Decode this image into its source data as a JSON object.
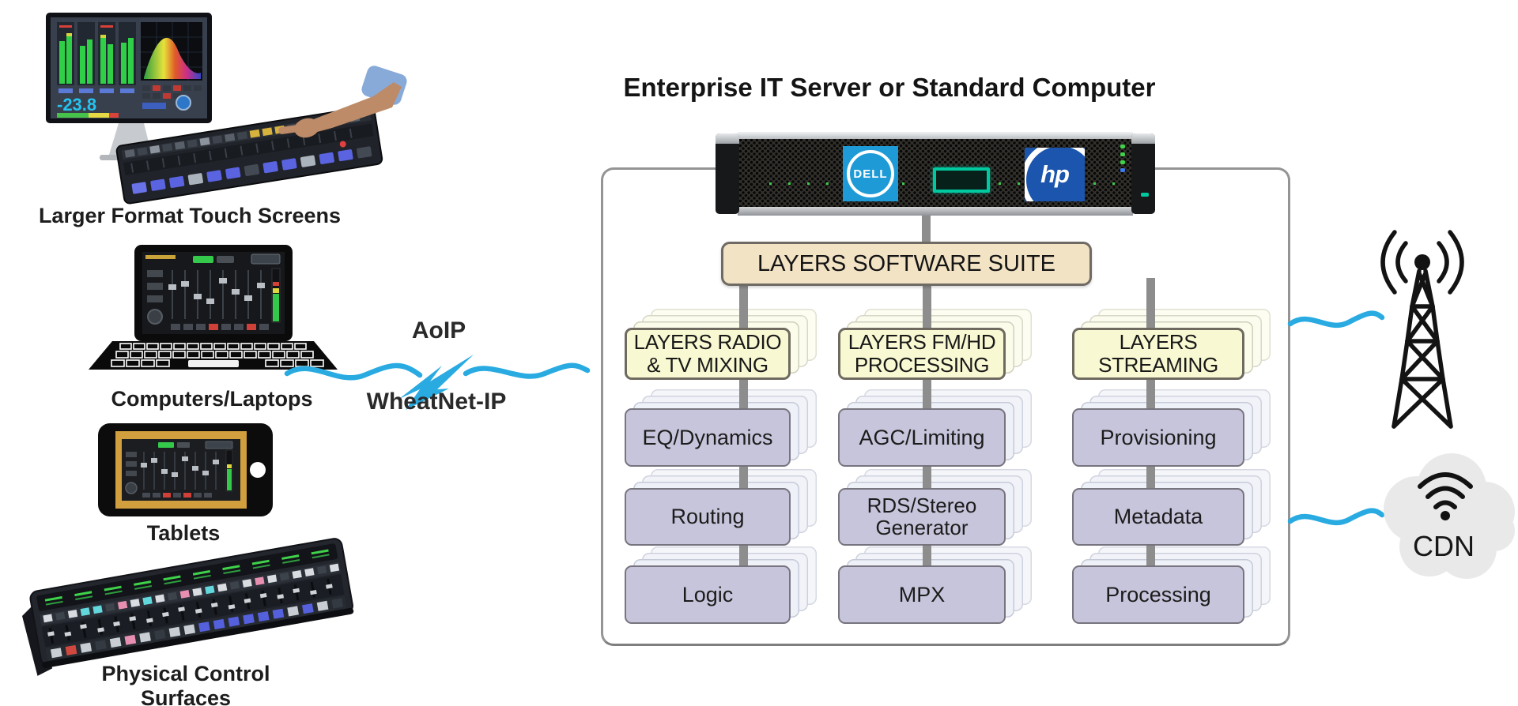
{
  "title": "Enterprise IT Server or Standard Computer",
  "devices": {
    "touch_screens": {
      "label": "Larger Format Touch Screens",
      "meter_value": "-23.8"
    },
    "laptops": {
      "label": "Computers/Laptops"
    },
    "tablets": {
      "label": "Tablets"
    },
    "control_surfaces": {
      "label": "Physical Control Surfaces"
    }
  },
  "network": {
    "aoip": "AoIP",
    "wheatnet": "WheatNet-IP"
  },
  "server": {
    "dell": "DELL",
    "hp": "hp"
  },
  "suite": {
    "label": "LAYERS SOFTWARE SUITE"
  },
  "columns": [
    {
      "header_line1": "LAYERS RADIO",
      "header_line2": "& TV MIXING",
      "modules": [
        "EQ/Dynamics",
        "Routing",
        "Logic"
      ]
    },
    {
      "header_line1": "LAYERS FM/HD",
      "header_line2": "PROCESSING",
      "modules": [
        "AGC/Limiting",
        "RDS/Stereo Generator",
        "MPX"
      ]
    },
    {
      "header_line1": "LAYERS",
      "header_line2": "STREAMING",
      "modules": [
        "Provisioning",
        "Metadata",
        "Processing"
      ]
    }
  ],
  "outputs": {
    "cdn": "CDN"
  },
  "colors": {
    "accent_blue": "#29abe2",
    "suite_tan": "#f3e3c5",
    "header_yellow": "#f8f8d2",
    "module_purple": "#c7c5db",
    "connector_gray": "#8d8d8d",
    "dell_blue": "#1e9bd7",
    "hp_blue": "#1b55ad",
    "hpe_green": "#00c9a0"
  }
}
